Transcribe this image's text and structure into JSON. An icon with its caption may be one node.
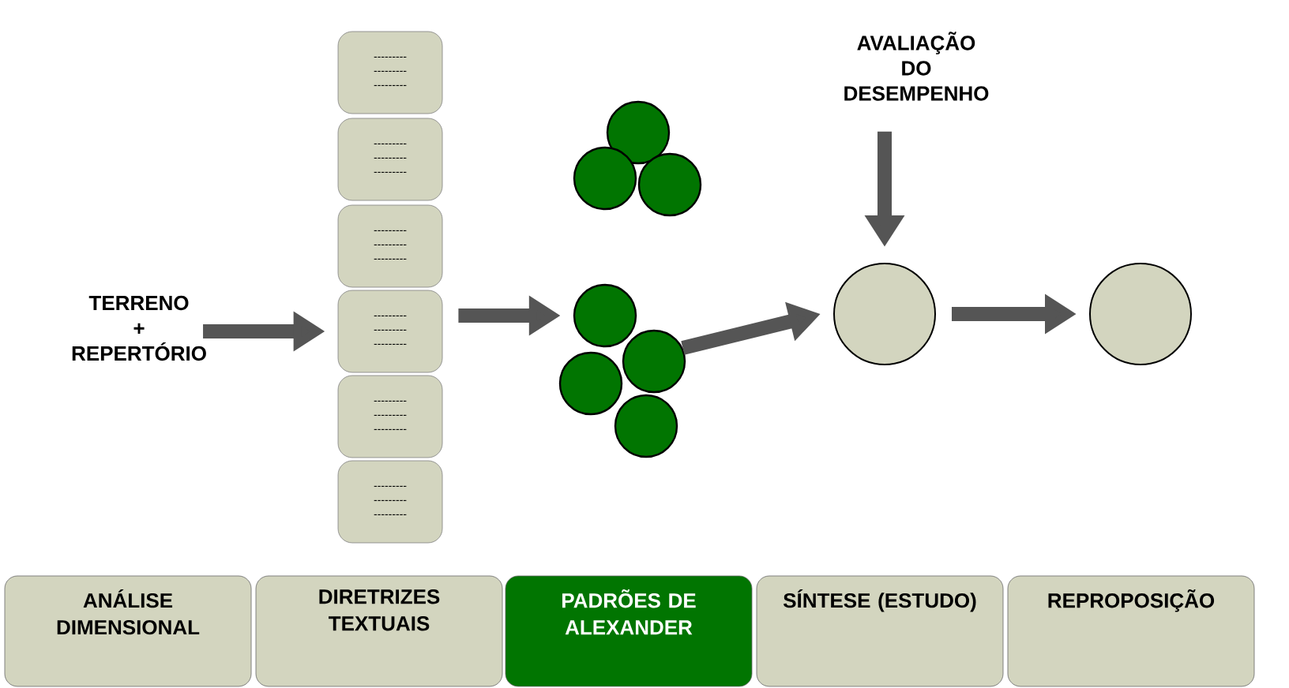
{
  "diagram": {
    "nodes": [
      {
        "text": [
          "TERRENO",
          "+",
          "REPERTÓRIO"
        ]
      },
      {
        "text": [
          "---------",
          "---------",
          "---------"
        ]
      },
      {
        "text": [
          "---------",
          "---------",
          "---------"
        ]
      },
      {
        "text": [
          "---------",
          "---------",
          "---------"
        ]
      },
      {
        "text": [
          "---------",
          "---------",
          "---------"
        ]
      },
      {
        "text": [
          "---------",
          "---------",
          "---------"
        ]
      },
      {
        "text": [
          "---------",
          "---------",
          "---------"
        ]
      },
      {
        "text": [],
        "shape": "circle"
      },
      {
        "text": [],
        "shape": "circle"
      },
      {
        "text": [],
        "shape": "circle"
      },
      {
        "text": [],
        "shape": "circle"
      },
      {
        "text": [],
        "shape": "circle"
      },
      {
        "text": [],
        "shape": "circle"
      },
      {
        "text": [],
        "shape": "circle"
      },
      {
        "text": [
          "AVALIAÇÃO",
          "DO",
          "DESEMPENHO"
        ]
      },
      {
        "text": [],
        "shape": "circle"
      },
      {
        "text": [],
        "shape": "circle"
      },
      {
        "text": [
          "ANÁLISE DIMENSIONAL"
        ]
      },
      {
        "text": [
          "DIRETRIZES TEXTUAIS"
        ]
      },
      {
        "text": [
          "PADRÕES DE ALEXANDER"
        ]
      },
      {
        "text": [
          "SÍNTESE (ESTUDO)"
        ]
      },
      {
        "text": [
          "REPROPOSIÇÃO"
        ]
      }
    ],
    "edges": [
      {
        "from": 0,
        "to": 4,
        "arrow": "to"
      },
      {
        "from": 4,
        "to": 10,
        "arrow": "to"
      },
      {
        "from": 11,
        "to": 15,
        "arrow": "to"
      },
      {
        "from": 14,
        "to": 15,
        "arrow": "to"
      },
      {
        "from": 15,
        "to": 16,
        "arrow": "to"
      }
    ]
  }
}
